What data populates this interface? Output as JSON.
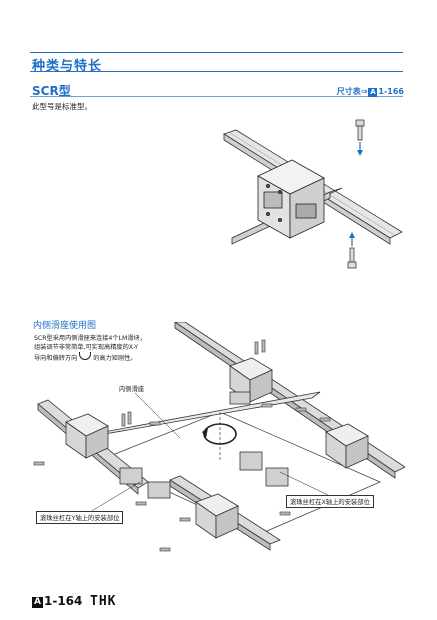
{
  "header": {
    "section_title": "种类与特长",
    "model_name": "SCR型",
    "size_ref_label": "尺寸表⇒",
    "size_ref_box": "A",
    "size_ref_page": "1-166",
    "description": "此型号是标准型。"
  },
  "usage": {
    "title": "内侧滑座使用图",
    "paragraph_line1": "SCR型采用内侧滑座来连接4个LM滑块，",
    "paragraph_line2": "组装调节非常简单,可实现高精度的X-Y",
    "paragraph_line3_a": "导向和偏转方向",
    "paragraph_line3_b": "的高力矩刚性。",
    "callout_inner_slider": "内侧滑座",
    "callout_y_axis": "滚珠丝杠在Y轴上的安装部位",
    "callout_x_axis": "滚珠丝杠在X轴上的安装部位"
  },
  "footer": {
    "page_box": "A",
    "page_number": "1-164",
    "logo_text": "THK"
  },
  "colors": {
    "accent": "#1f6fc8",
    "text": "#222222"
  }
}
